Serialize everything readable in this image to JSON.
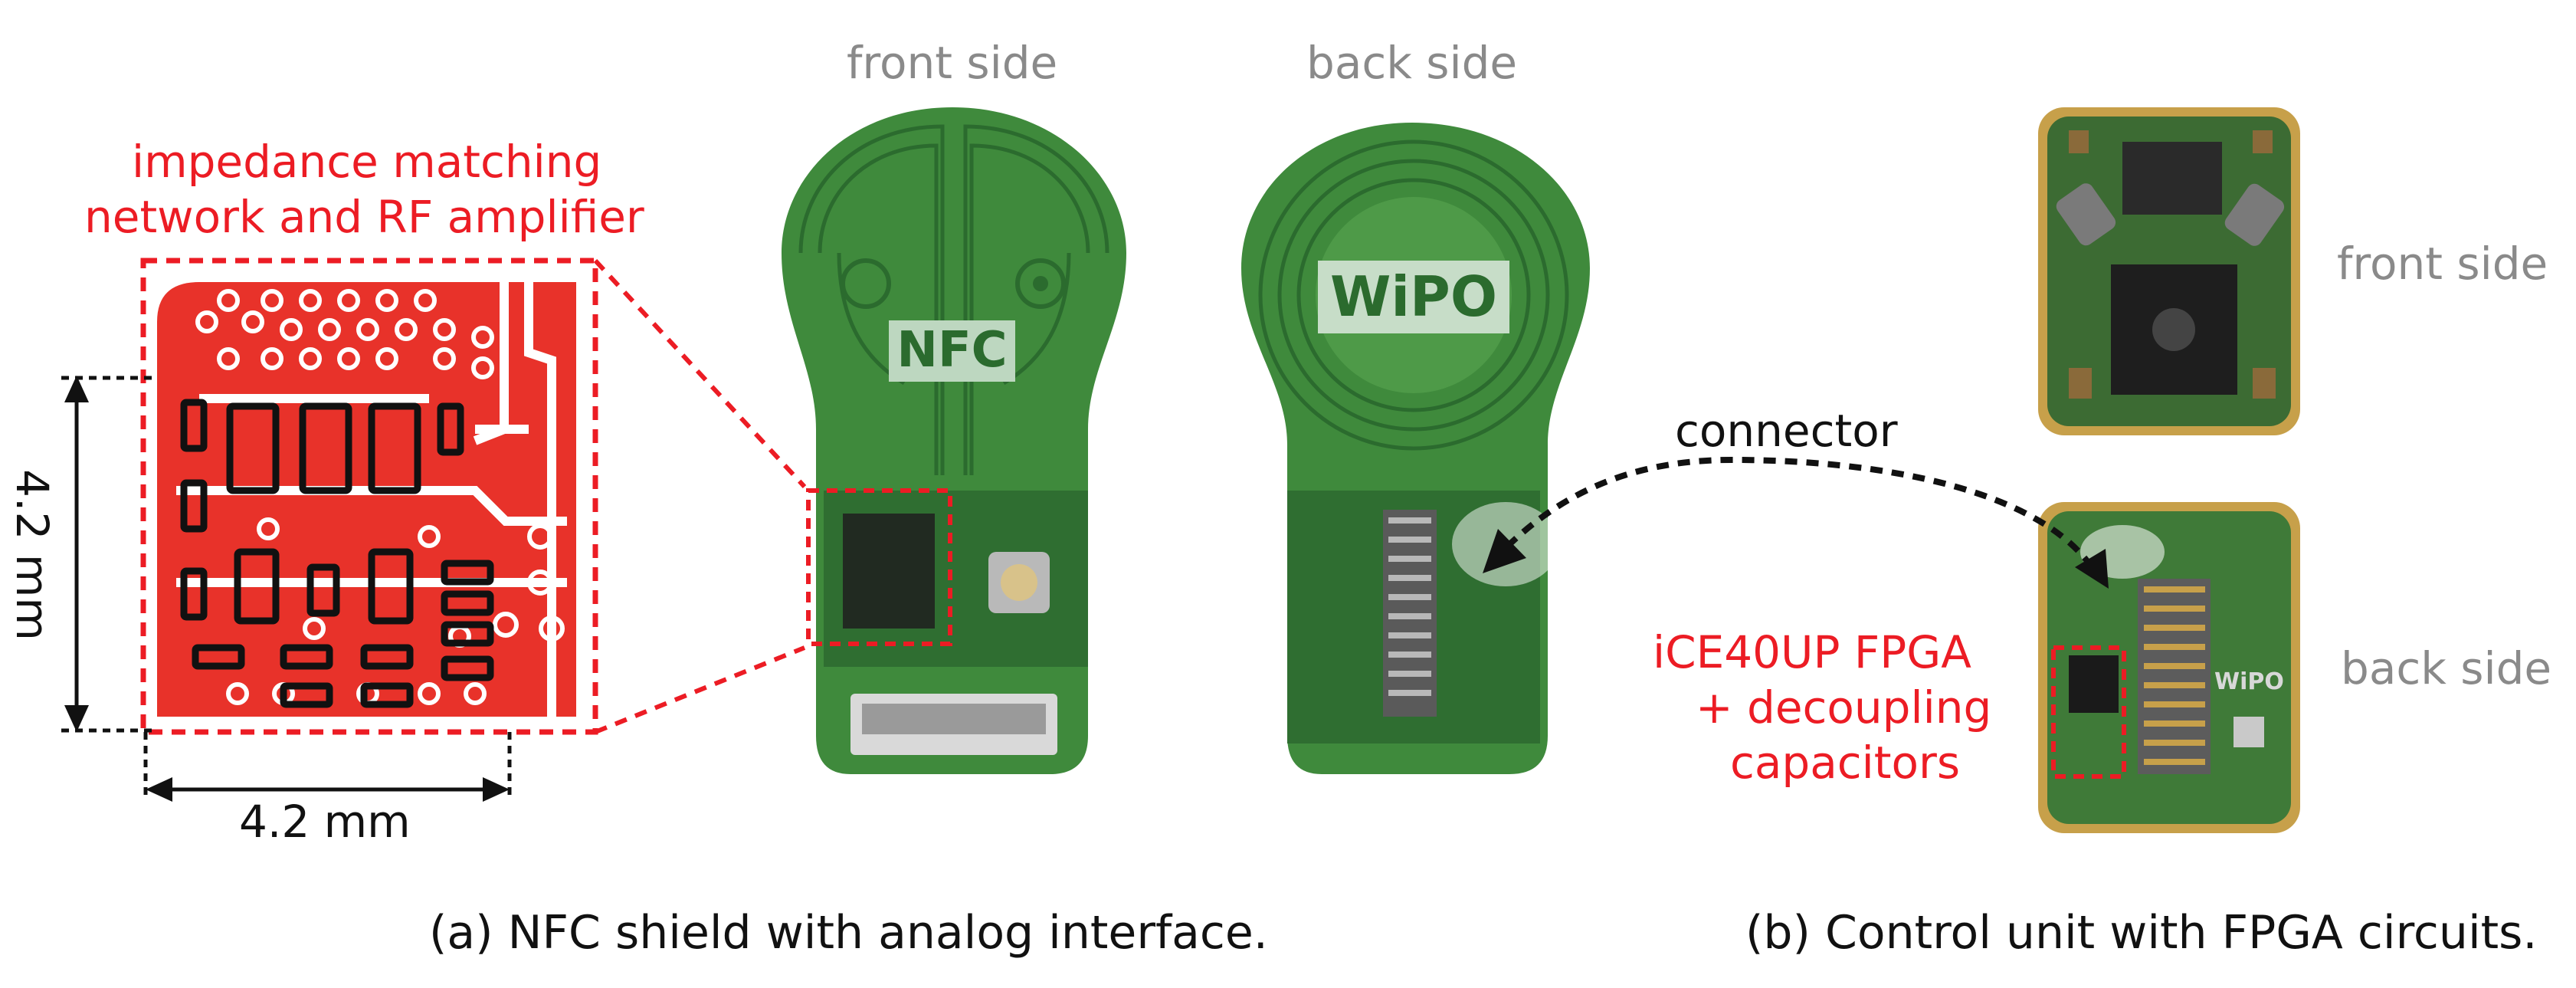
{
  "left_figure": {
    "front_label": "front side",
    "back_label": "back side",
    "zoom_label_line1": "impedance matching",
    "zoom_label_line2": "network and RF amplifier",
    "dim_vertical": "4.2 mm",
    "dim_horizontal": "4.2 mm",
    "nfc_logo": "NFC",
    "wipo_logo": "WiPO",
    "caption": "(a) NFC shield with analog interface."
  },
  "right_figure": {
    "connector_label": "connector",
    "front_label": "front side",
    "back_label": "back side",
    "fpga_line1": "iCE40UP FPGA",
    "fpga_line2": "+ decoupling",
    "fpga_line3": "capacitors",
    "wipo_logo": "WiPO",
    "caption": "(b) Control unit with FPGA circuits."
  },
  "colors": {
    "pcb_green": "#3f8a3c",
    "pcb_dark_green": "#2b6b2e",
    "copper": "#c7a04a",
    "highlight_red": "#ec1c24",
    "label_gray": "#8a8a8a"
  }
}
